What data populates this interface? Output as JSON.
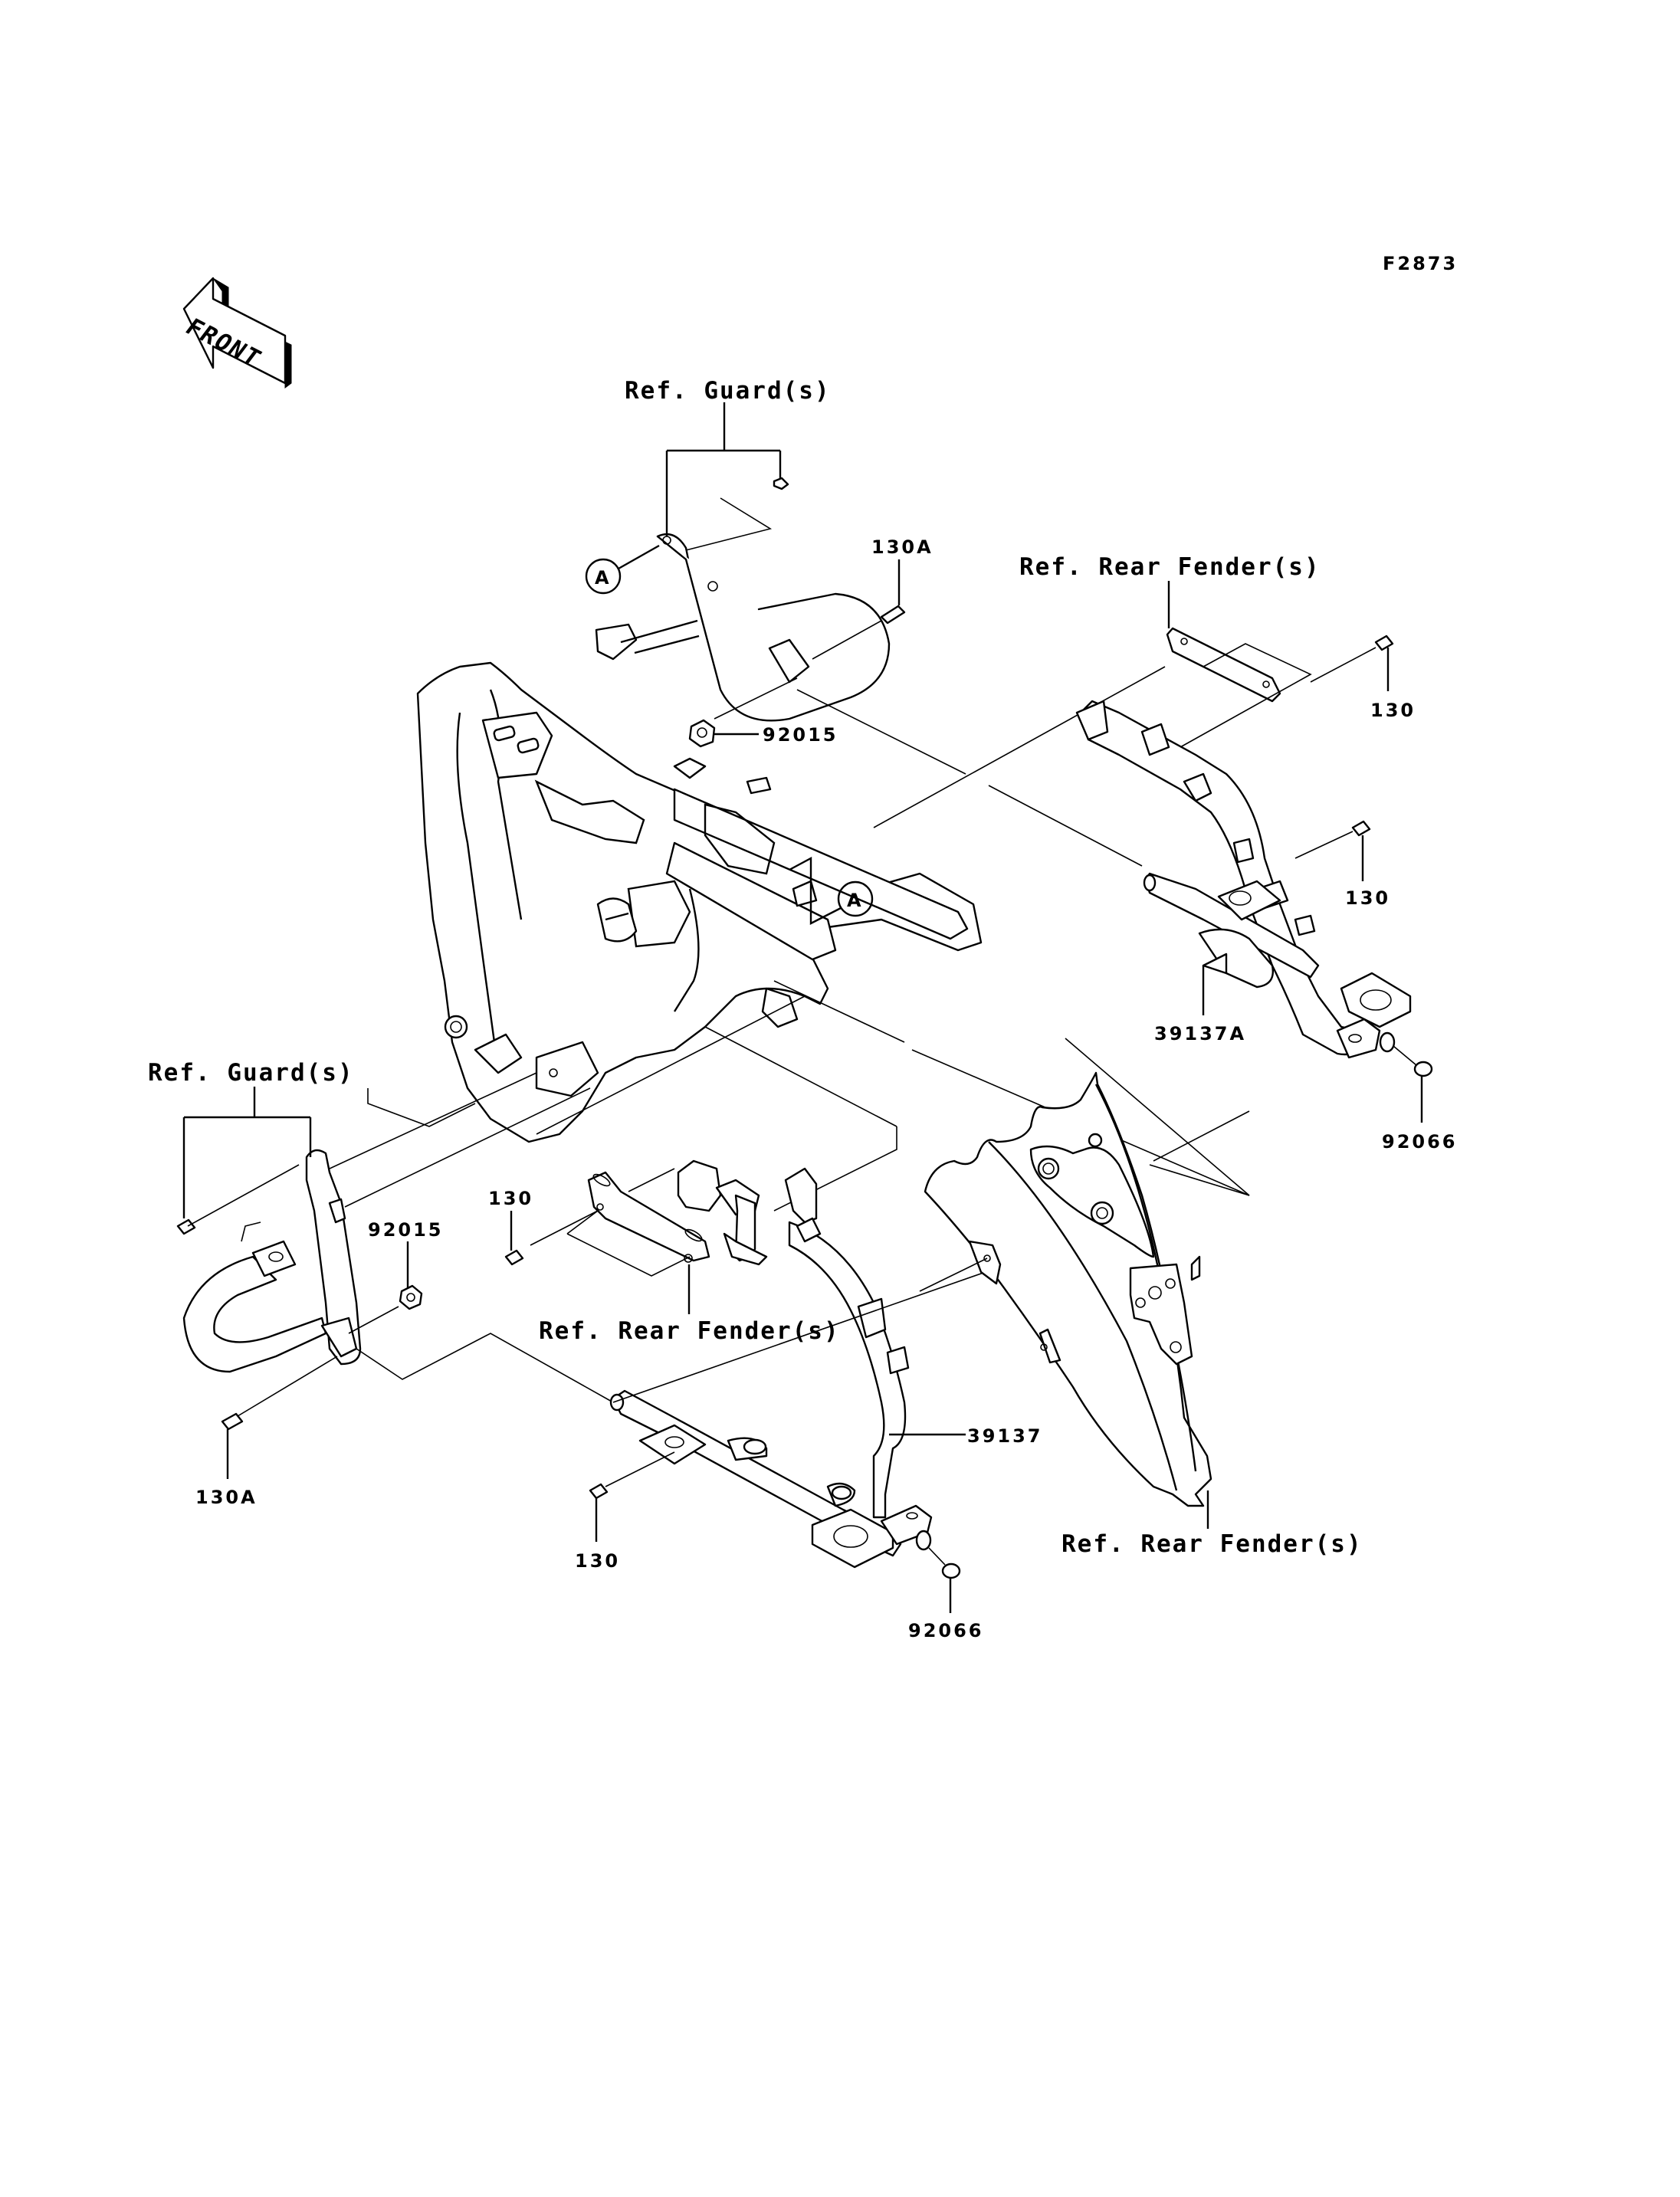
{
  "diagram": {
    "figure_code": "F2873",
    "front_arrow_label": "FRONT",
    "reference_marker": "A",
    "callouts": {
      "ref_guard_top": "Ref. Guard(s)",
      "ref_guard_left": "Ref. Guard(s)",
      "ref_rear_fender_top": "Ref. Rear Fender(s)",
      "ref_rear_fender_mid": "Ref. Rear Fender(s)",
      "ref_rear_fender_bottom": "Ref. Rear Fender(s)",
      "part_130A_top": "130A",
      "part_130A_bottom": "130A",
      "part_92015_top": "92015",
      "part_92015_left": "92015",
      "part_130_right_top": "130",
      "part_130_right_mid": "130",
      "part_130_mid_left": "130",
      "part_130_bottom": "130",
      "part_39137A": "39137A",
      "part_39137": "39137",
      "part_92066_right": "92066",
      "part_92066_bottom": "92066"
    }
  }
}
